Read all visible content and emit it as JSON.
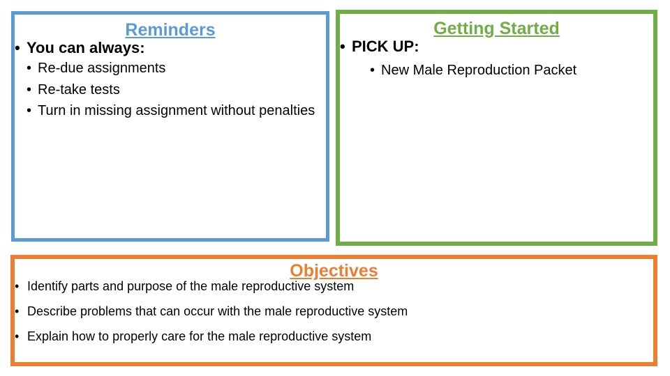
{
  "slide": {
    "background_color": "#FFFFFF",
    "boxes": [
      {
        "id": "reminders",
        "title": "Reminders",
        "accent_color": "#5B9BD5",
        "items": [
          {
            "text": "You can always:",
            "children": [
              "Re-due assignments",
              "Re-take tests",
              "Turn in missing assignment without penalties"
            ]
          }
        ]
      },
      {
        "id": "getting-started",
        "title": "Getting Started",
        "accent_color": "#70AD47",
        "items": [
          {
            "text": "PICK UP:",
            "children": [
              "New Male Reproduction Packet"
            ]
          }
        ]
      },
      {
        "id": "objectives",
        "title": "Objectives",
        "accent_color": "#ED7D31",
        "items": [
          {
            "text": "Identify parts and purpose of the male reproductive system",
            "children": []
          },
          {
            "text": "Describe problems that can occur with the male reproductive system",
            "children": []
          },
          {
            "text": "Explain how to properly care for the male reproductive system",
            "children": []
          }
        ]
      }
    ]
  }
}
